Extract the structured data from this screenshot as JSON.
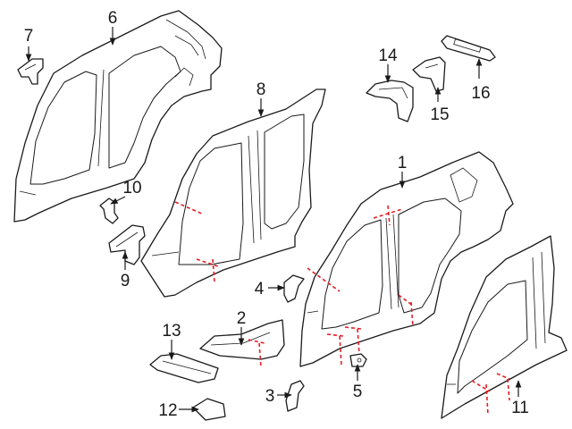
{
  "colors": {
    "line": "#1a1a1a",
    "cut_line": "#e31e24",
    "background": "#ffffff"
  },
  "callouts": {
    "c1": "1",
    "c2": "2",
    "c3": "3",
    "c4": "4",
    "c5": "5",
    "c6": "6",
    "c7": "7",
    "c8": "8",
    "c9": "9",
    "c10": "10",
    "c11": "11",
    "c12": "12",
    "c13": "13",
    "c14": "14",
    "c15": "15",
    "c16": "16"
  }
}
